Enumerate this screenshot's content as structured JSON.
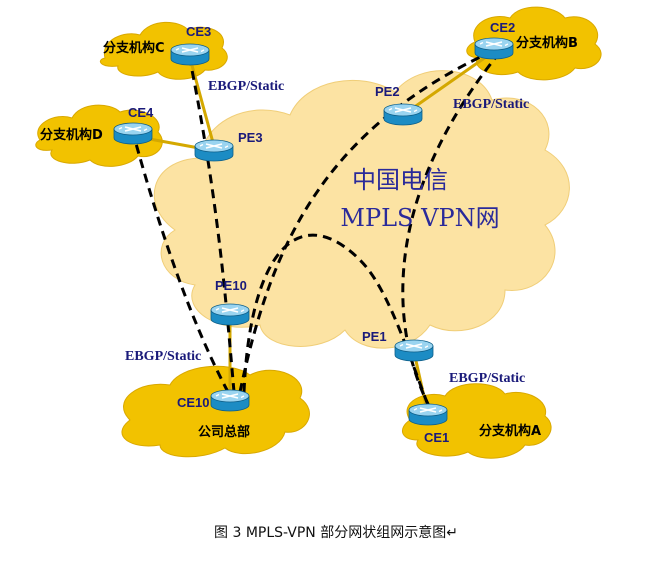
{
  "colors": {
    "cloud_core": "#FCE3A3",
    "cloud_site": "#F2C200",
    "cloud_site_edge": "#D9A800",
    "router_body": "#1C8CC4",
    "router_top": "#9AD4F0",
    "link_solid": "#D4A800",
    "tunnel": "#000000",
    "label_dark": "#1a1a7a"
  },
  "core": {
    "line1": "中国电信",
    "line2": "MPLS  VPN网"
  },
  "sites": {
    "hq": "公司总部",
    "branch_a": "分支机构A",
    "branch_b": "分支机构B",
    "branch_c": "分支机构C",
    "branch_d": "分支机构D"
  },
  "routers": {
    "ce1": "CE1",
    "ce2": "CE2",
    "ce3": "CE3",
    "ce4": "CE4",
    "ce10": "CE10",
    "pe1": "PE1",
    "pe2": "PE2",
    "pe3": "PE3",
    "pe10": "PE10"
  },
  "links": {
    "ebgp_ce3": "EBGP/Static",
    "ebgp_ce2": "EBGP/Static",
    "ebgp_ce10": "EBGP/Static",
    "ebgp_ce1": "EBGP/Static"
  },
  "caption": "图  3 MPLS-VPN 部分网状组网示意图↵"
}
